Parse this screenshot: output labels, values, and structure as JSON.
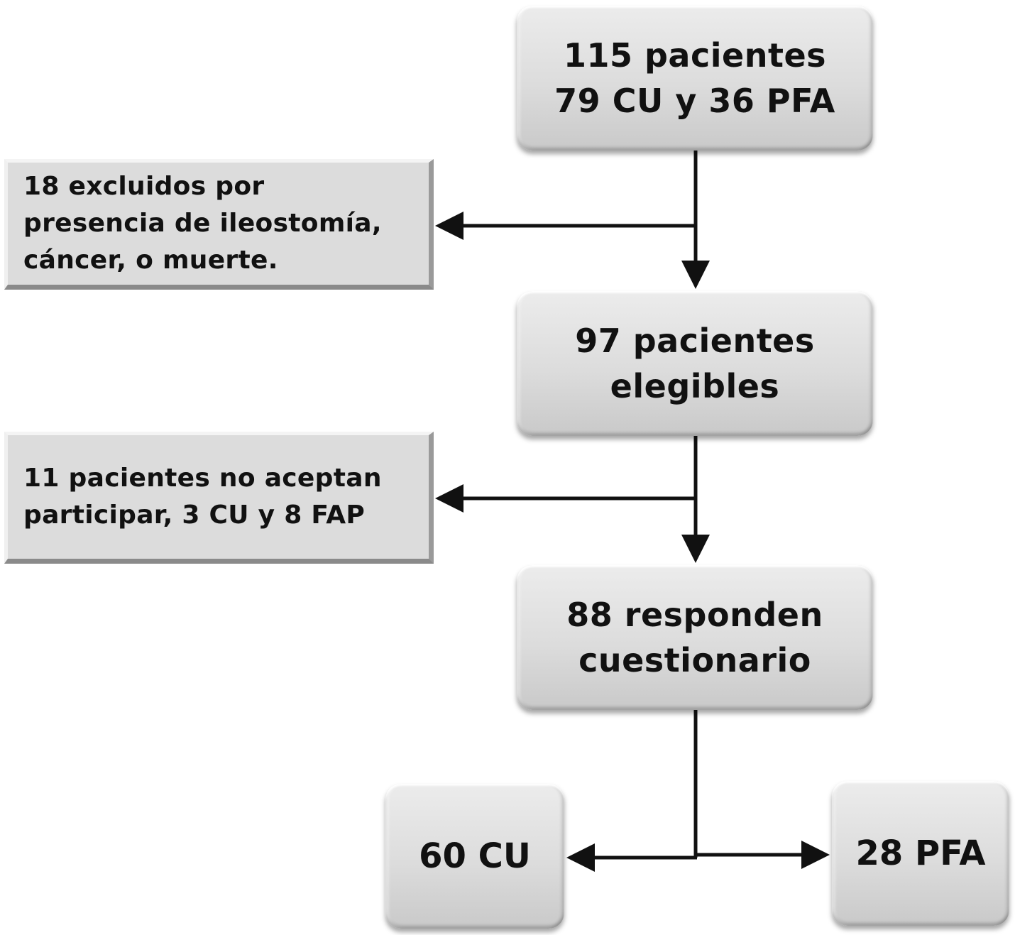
{
  "flow": {
    "start": {
      "line1": "115 pacientes",
      "line2": "79 CU y 36 PFA"
    },
    "excluded": {
      "line1": "18 excluidos por",
      "line2": "presencia de ileostomía,",
      "line3": "cáncer, o muerte."
    },
    "eligible": {
      "line1": "97 pacientes",
      "line2": "elegibles"
    },
    "declined": {
      "line1": "11 pacientes no aceptan",
      "line2": "participar,  3 CU y 8 FAP"
    },
    "responded": {
      "line1": "88 responden",
      "line2": "cuestionario"
    },
    "cu": {
      "label": "60 CU"
    },
    "pfa": {
      "label": "28 PFA"
    }
  }
}
